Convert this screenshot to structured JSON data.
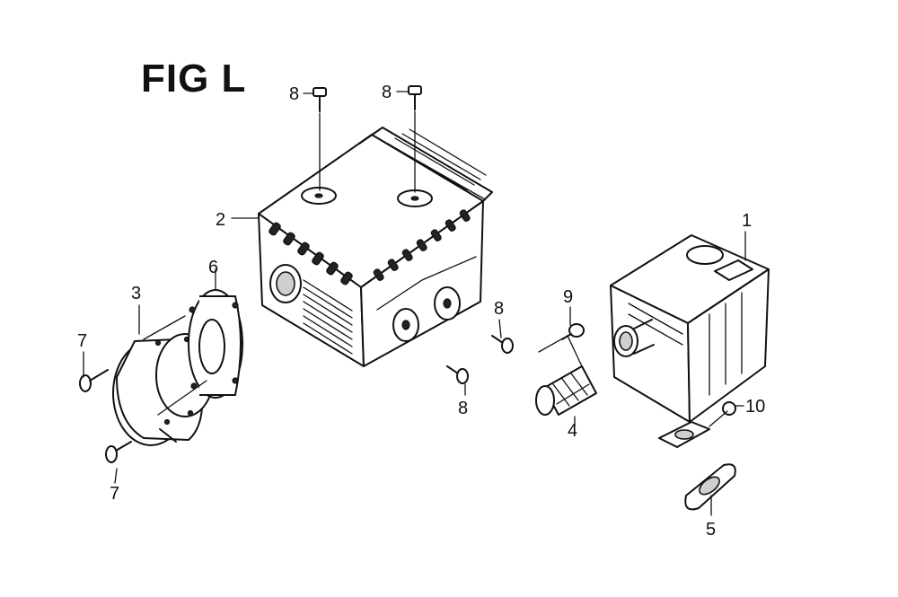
{
  "figure": {
    "title": "FIG L"
  },
  "callouts": [
    {
      "id": "c1",
      "text": "1"
    },
    {
      "id": "c2",
      "text": "2"
    },
    {
      "id": "c3",
      "text": "3"
    },
    {
      "id": "c4",
      "text": "4"
    },
    {
      "id": "c5",
      "text": "5"
    },
    {
      "id": "c6",
      "text": "6"
    },
    {
      "id": "c7a",
      "text": "7"
    },
    {
      "id": "c7b",
      "text": "7"
    },
    {
      "id": "c8a",
      "text": "8"
    },
    {
      "id": "c8b",
      "text": "8"
    },
    {
      "id": "c8c",
      "text": "8"
    },
    {
      "id": "c8d",
      "text": "8"
    },
    {
      "id": "c9",
      "text": "9"
    },
    {
      "id": "c10",
      "text": "10"
    }
  ]
}
